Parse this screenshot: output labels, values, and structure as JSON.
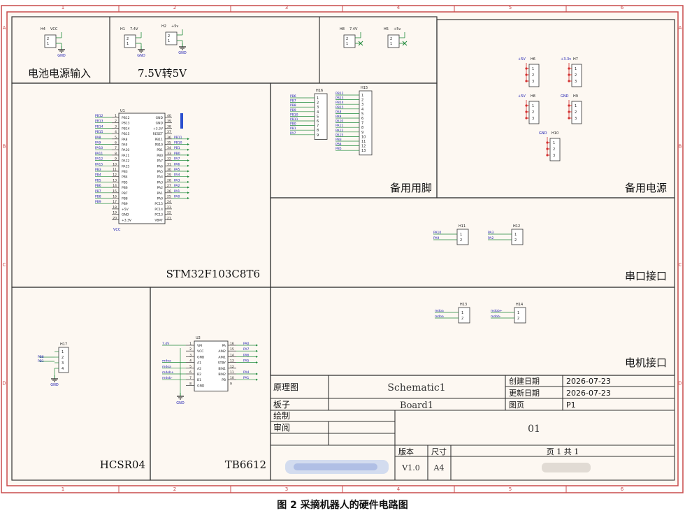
{
  "sheet": {
    "col_markers": [
      "1",
      "2",
      "3",
      "4",
      "5",
      "6"
    ],
    "row_markers": [
      "A",
      "B",
      "C",
      "D"
    ]
  },
  "sections": {
    "battery": "电池电源输入",
    "reg": "7.5V转5V",
    "spare_pins": "备用用脚",
    "spare_power": "备用电源",
    "mcu": "STM32F103C8T6",
    "uart": "串口接口",
    "motor": "电机接口",
    "hcsr04": "HCSR04",
    "tb6612": "TB6612"
  },
  "title_block": {
    "label_schematic": "原理图",
    "schematic_name": "Schematic1",
    "label_created": "创建日期",
    "created_date": "2026-07-23",
    "label_updated": "更新日期",
    "updated_date": "2026-07-23",
    "label_board": "板子",
    "board_name": "Board1",
    "label_page": "图页",
    "page_id": "P1",
    "label_drawn": "绘制",
    "label_review": "审阅",
    "page_code": "01",
    "label_version": "版本",
    "label_size": "尺寸",
    "page_count_text": "页   1   共   1",
    "version": "V1.0",
    "size": "A4"
  },
  "connectors": {
    "H4": {
      "ref": "H4",
      "net": "VCC",
      "pins": [
        "2",
        "1"
      ],
      "gnd": "GND"
    },
    "H1": {
      "ref": "H1",
      "net": "7.4V",
      "pins": [
        "2",
        "1"
      ],
      "gnd": "GND"
    },
    "H2": {
      "ref": "H2",
      "net": "+5v",
      "pins": [
        "2",
        "1"
      ],
      "gnd": "GND"
    },
    "H8": {
      "ref": "H8",
      "net": "7.4V",
      "pins": [
        "2",
        "1"
      ]
    },
    "H5": {
      "ref": "H5",
      "net": "+5v",
      "pins": [
        "2",
        "1"
      ]
    },
    "H11": {
      "ref": "H11",
      "nets": [
        "PA10",
        "PA9"
      ],
      "pins": [
        "1",
        "2"
      ]
    },
    "H12": {
      "ref": "H12",
      "nets": [
        "PA3",
        "PA2"
      ],
      "pins": [
        "1",
        "2"
      ]
    },
    "H13": {
      "ref": "H13",
      "nets": [
        "mdoa",
        "mdoa"
      ],
      "pins": [
        "1",
        "2"
      ]
    },
    "H14": {
      "ref": "H14",
      "nets": [
        "mdob+",
        "mdob-"
      ],
      "pins": [
        "1",
        "2"
      ]
    },
    "H17": {
      "ref": "H17",
      "nets": [
        "PB8",
        "PB1"
      ],
      "pins": [
        "1",
        "2",
        "3",
        "4"
      ],
      "gnd": "GND"
    }
  },
  "spare_power_headers": [
    {
      "ref": "H6",
      "net": "+5V",
      "pins": [
        "1",
        "2",
        "3"
      ]
    },
    {
      "ref": "H7",
      "net": "+3.3v",
      "pins": [
        "1",
        "2",
        "3"
      ]
    },
    {
      "ref": "H8",
      "net": "+5V",
      "pins": [
        "1",
        "2",
        "3"
      ]
    },
    {
      "ref": "H9",
      "net": "GND",
      "pins": [
        "1",
        "2",
        "3"
      ]
    },
    {
      "ref": "H10",
      "net": "GND",
      "pins": [
        "1",
        "2",
        "3"
      ]
    }
  ],
  "h16": {
    "ref": "H16",
    "nets": [
      "PB6",
      "PB7",
      "PB8",
      "PB9",
      "PB10",
      "PB11",
      "PB0",
      "PB1",
      "PA7"
    ],
    "pins": [
      "1",
      "2",
      "3",
      "4",
      "5",
      "6",
      "7",
      "8",
      "9"
    ]
  },
  "h15": {
    "ref": "H15",
    "nets": [
      "PB12",
      "PB13",
      "PB14",
      "PB15",
      "PA8",
      "PA9",
      "PA10",
      "PA11",
      "PA12",
      "PA15",
      "PB3",
      "PB4",
      "PB5"
    ],
    "pins": [
      "1",
      "2",
      "3",
      "4",
      "5",
      "6",
      "7",
      "8",
      "9",
      "10",
      "11",
      "12",
      "13"
    ]
  },
  "u1": {
    "ref": "U1",
    "vcc": "VCC",
    "left_nets": [
      "PB12",
      "PB13",
      "PB14",
      "PB15",
      "PA8",
      "PA9",
      "PA10",
      "PA11",
      "PA12",
      "PA15",
      "PB3",
      "PB4",
      "PB5",
      "PB6",
      "PB7",
      "PB8",
      "PB9",
      "",
      ""
    ],
    "left_names": [
      "PB12",
      "PB13",
      "PB14",
      "PB15",
      "PA8",
      "PA9",
      "PA10",
      "PA11",
      "PA12",
      "PA15",
      "PB3",
      "PB4",
      "PB5",
      "PB6",
      "PB7",
      "PB8",
      "PB9",
      "+5V",
      "GND",
      "+3.3V"
    ],
    "left_nums": [
      "1",
      "2",
      "3",
      "4",
      "5",
      "6",
      "7",
      "8",
      "9",
      "10",
      "11",
      "12",
      "13",
      "14",
      "15",
      "16",
      "17",
      "18",
      "19",
      "20"
    ],
    "right_names": [
      "GND",
      "GND",
      "+3.3V",
      "RESET",
      "PB11",
      "PB10",
      "PB1",
      "PB0",
      "PA7",
      "PA6",
      "PA5",
      "PA4",
      "PA3",
      "PA2",
      "PA1",
      "PA0",
      "PC15",
      "PC14",
      "PC13",
      "VBAT"
    ],
    "right_nums": [
      "40",
      "39",
      "38",
      "37",
      "36",
      "35",
      "34",
      "33",
      "32",
      "31",
      "30",
      "29",
      "28",
      "27",
      "26",
      "25",
      "24",
      "23",
      "22",
      "21"
    ],
    "right_nets": [
      "",
      "",
      "",
      "",
      "PB11",
      "PB10",
      "PB1",
      "PB0",
      "PA7",
      "PA6",
      "PA5",
      "PA4",
      "PA3",
      "PA2",
      "PA1",
      "PA0",
      "",
      "",
      "",
      ""
    ]
  },
  "u2": {
    "ref": "U2",
    "left_nets": [
      "7.4V",
      "",
      "",
      "mdoa",
      "mdoa",
      "mdob+",
      "mdob-",
      ""
    ],
    "left_names": [
      "VM",
      "VCC",
      "GND",
      "A1",
      "A2",
      "B2",
      "B1",
      "GND"
    ],
    "left_nums": [
      "1",
      "2",
      "3",
      "4",
      "5",
      "6",
      "7",
      "8"
    ],
    "right_names": [
      "PA",
      "AIN2",
      "AIN1",
      "STBY",
      "BIN1",
      "BIN2",
      "PB",
      ""
    ],
    "right_nums": [
      "16",
      "15",
      "14",
      "13",
      "12",
      "11",
      "10",
      "9"
    ],
    "right_nets": [
      "PA0",
      "PA7",
      "PA6",
      "PA5",
      "",
      "PA4",
      "PA1",
      ""
    ],
    "gnd": "GND"
  },
  "figure_caption": "图 2   采摘机器人的硬件电路图",
  "colors": {
    "border": "#c94b4b",
    "sheet_bg": "#fdf8f2",
    "wire": "#1e8a3a",
    "label": "#1a1ab0",
    "pin_red": "#d23030"
  }
}
